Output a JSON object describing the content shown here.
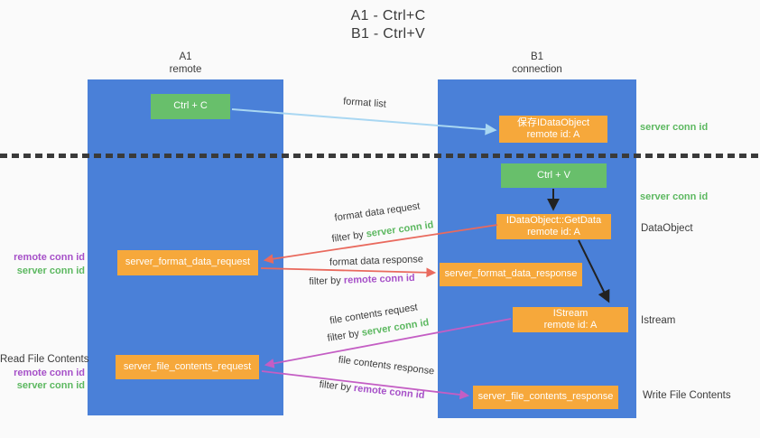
{
  "title": {
    "line1": "A1 - Ctrl+C",
    "line2": "B1 - Ctrl+V"
  },
  "lifelines": {
    "left": {
      "name": "A1",
      "role": "remote"
    },
    "right": {
      "name": "B1",
      "role": "connection"
    }
  },
  "nodes": {
    "ctrl_c": {
      "label": "Ctrl + C"
    },
    "ctrl_v": {
      "label": "Ctrl + V"
    },
    "save_idataobject": {
      "line1": "保存IDataObject",
      "line2": "remote id: A"
    },
    "idataobject_getdata": {
      "line1": "IDataObject::GetData",
      "line2": "remote id: A"
    },
    "istream": {
      "line1": "IStream",
      "line2": "remote id: A"
    },
    "server_format_data_request": {
      "label": "server_format_data_request"
    },
    "server_format_data_response": {
      "label": "server_format_data_response"
    },
    "server_file_contents_request": {
      "label": "server_file_contents_request"
    },
    "server_file_contents_response": {
      "label": "server_file_contents_response"
    }
  },
  "arrow_labels": {
    "format_list": "format list",
    "format_data_request": "format data request",
    "format_data_response": "format data response",
    "file_contents_request": "file contents request",
    "file_contents_response": "file contents response",
    "filter_by": "filter by ",
    "server_conn_id": "server conn id",
    "remote_conn_id": "remote conn id"
  },
  "side_labels": {
    "left_format_remote": "remote conn id",
    "left_format_server": "server conn id",
    "read_file_contents": "Read File Contents",
    "left_file_remote": "remote conn id",
    "left_file_server": "server conn id",
    "right_server_conn_top": "server conn id",
    "right_server_conn_mid": "server conn id",
    "dataobject": "DataObject",
    "istream": "Istream",
    "write_file_contents": "Write File Contents"
  },
  "colors": {
    "background": "#fafafa",
    "lifeline_blue": "#4a80d8",
    "node_green": "#68bf6b",
    "node_orange": "#f6a83b",
    "arrow_lightblue": "#a9d7f2",
    "arrow_red": "#e96a5e",
    "arrow_magenta": "#c45ec4",
    "arrow_black": "#222222",
    "text_dark": "#3b3b3b",
    "text_green": "#5cb860",
    "text_purple": "#a650c8",
    "dotted_line": "#3a3a3a"
  }
}
